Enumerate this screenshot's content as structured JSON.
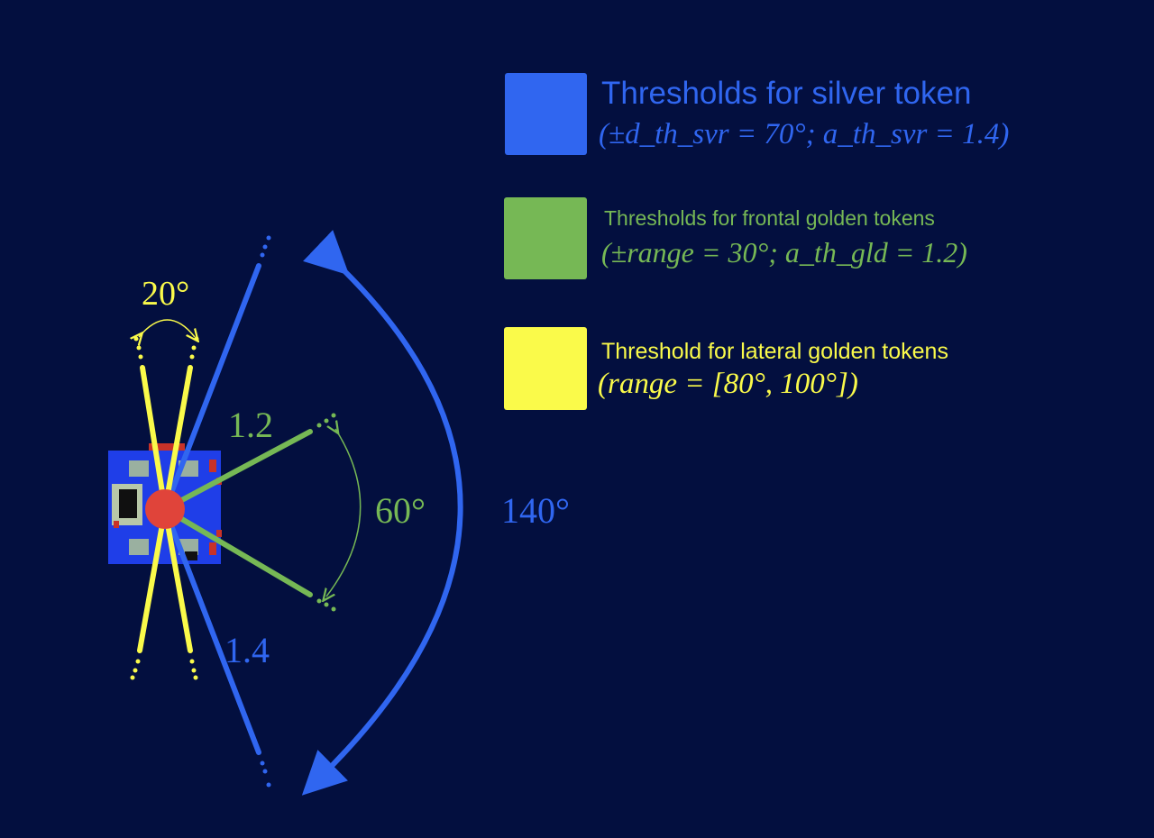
{
  "colors": {
    "background": "#030f3f",
    "silver": "#3066f0",
    "frontal_golden": "#76b855",
    "lateral_golden": "#fafa4a",
    "robot_center": "#e0443a",
    "robot_body": "#1f3ee8"
  },
  "legend": [
    {
      "key": "silver",
      "title": "Thresholds for silver token",
      "formula": "(±d_th_svr = 70°; a_th_svr = 1.4)"
    },
    {
      "key": "frontal",
      "title": "Thresholds for frontal golden tokens",
      "formula": "(±range = 30°; a_th_gld = 1.2)"
    },
    {
      "key": "lateral",
      "title": "Threshold for lateral golden tokens",
      "formula": "(range = [80°, 100°])"
    }
  ],
  "diagram": {
    "lateral_angle_label": "20°",
    "frontal_distance_label": "1.2",
    "frontal_angle_label": "60°",
    "silver_distance_label": "1.4",
    "silver_angle_label": "140°"
  }
}
